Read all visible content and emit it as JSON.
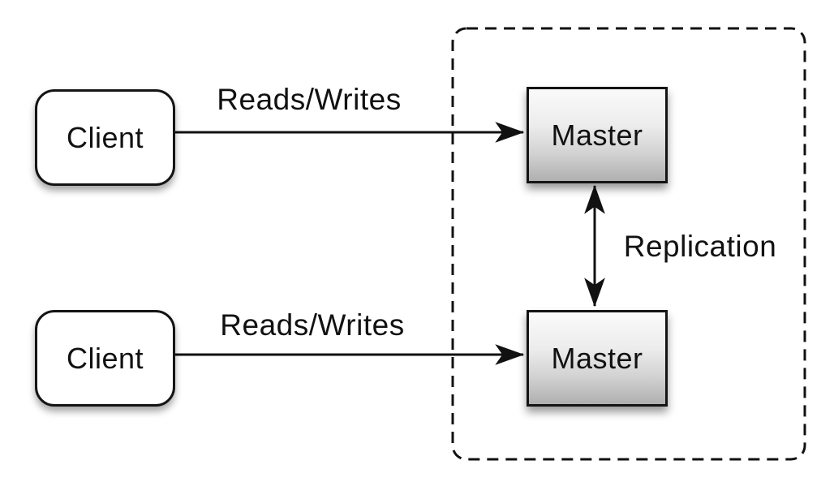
{
  "diagram": {
    "type": "architecture-diagram",
    "topic": "master-master replication",
    "nodes": {
      "client1": {
        "label": "Client",
        "shape": "rounded-rectangle",
        "fill": "#ffffff"
      },
      "client2": {
        "label": "Client",
        "shape": "rounded-rectangle",
        "fill": "#ffffff"
      },
      "master1": {
        "label": "Master",
        "shape": "rectangle",
        "fill_gradient_top": "#fafafa",
        "fill_gradient_bottom": "#b0b0b0"
      },
      "master2": {
        "label": "Master",
        "shape": "rectangle",
        "fill_gradient_top": "#fafafa",
        "fill_gradient_bottom": "#b0b0b0"
      }
    },
    "edges": {
      "reads_writes_top": {
        "label": "Reads/Writes",
        "from": "client1",
        "to": "master1",
        "direction": "one-way"
      },
      "reads_writes_bottom": {
        "label": "Reads/Writes",
        "from": "client2",
        "to": "master2",
        "direction": "one-way"
      },
      "replication": {
        "label": "Replication",
        "from": "master1",
        "to": "master2",
        "direction": "two-way"
      }
    },
    "container": {
      "style": "dashed-rounded-rectangle",
      "contains": [
        "master1",
        "master2"
      ],
      "border_color": "#111111"
    },
    "colors": {
      "background": "#ffffff",
      "line": "#111111",
      "text": "#111111"
    }
  }
}
